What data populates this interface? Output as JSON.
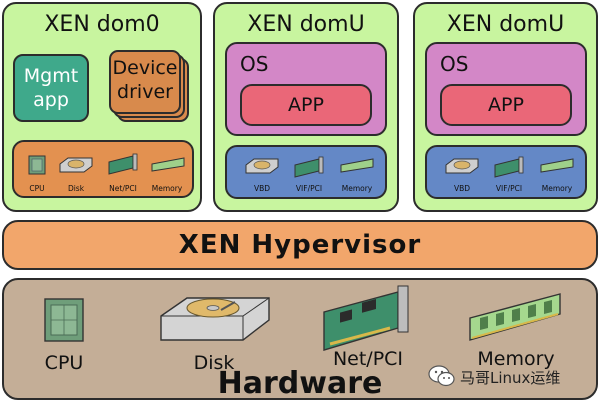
{
  "dom0": {
    "title": "XEN dom0",
    "mgmt_label": "Mgmt\napp",
    "driver_label": "Device\ndriver",
    "devices": [
      "CPU",
      "Disk",
      "Net/PCI",
      "Memory"
    ]
  },
  "domu1": {
    "title": "XEN domU",
    "os_label": "OS",
    "app_label": "APP",
    "devices": [
      "VBD",
      "VIF/PCI",
      "Memory"
    ]
  },
  "domu2": {
    "title": "XEN domU",
    "os_label": "OS",
    "app_label": "APP",
    "devices": [
      "VBD",
      "VIF/PCI",
      "Memory"
    ]
  },
  "hypervisor": {
    "label": "XEN Hypervisor"
  },
  "hardware": {
    "title": "Hardware",
    "devices": [
      "CPU",
      "Disk",
      "Net/PCI",
      "Memory"
    ]
  },
  "watermark": {
    "text": "马哥Linux运维",
    "icon": "wechat-icon"
  },
  "colors": {
    "domain_bg": "#c8f59f",
    "mgmt": "#3fa98b",
    "driver": "#d88a4c",
    "dev_bar_dom0": "#e39150",
    "dev_bar_domu": "#6488c6",
    "os": "#d387c7",
    "app": "#ea6778",
    "hypervisor": "#f2a66b",
    "hardware": "#c4ae97"
  }
}
